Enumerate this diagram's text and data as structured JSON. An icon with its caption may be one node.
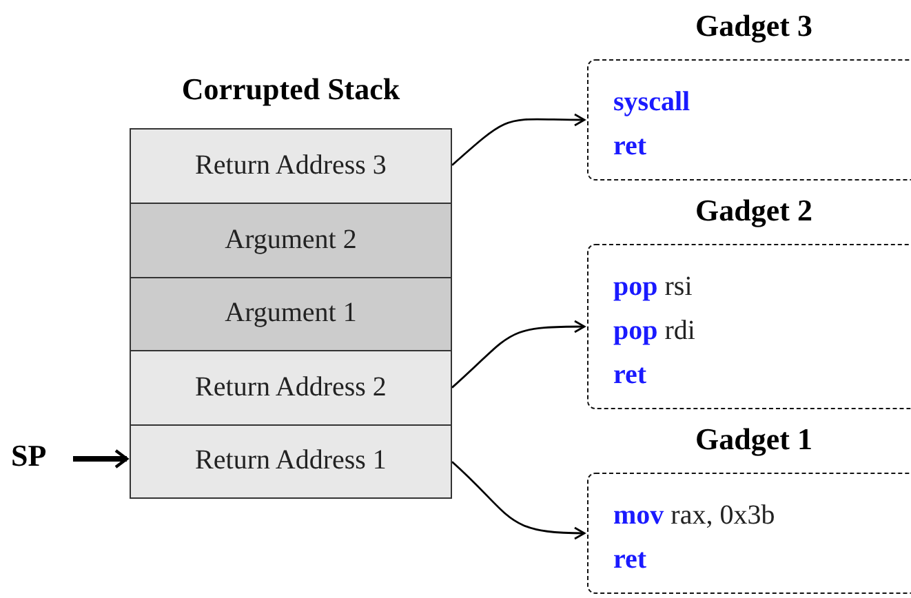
{
  "diagram": {
    "nodes": [
      {
        "text": [
          "Corrupted Stack"
        ]
      },
      {
        "text": [
          "Return Address 3"
        ],
        "in": 0
      },
      {
        "text": [
          "Argument 2"
        ],
        "in": 0
      },
      {
        "text": [
          "Argument 1"
        ],
        "in": 0
      },
      {
        "text": [
          "Return Address 2"
        ],
        "in": 0
      },
      {
        "text": [
          "Return Address 1"
        ],
        "in": 0
      },
      {
        "text": [
          "Gadget 3",
          "syscall",
          "ret"
        ]
      },
      {
        "text": [
          "Gadget 2",
          "**pop** rsi",
          "**pop** rdi",
          "ret"
        ]
      },
      {
        "text": [
          "Gadget 1",
          "**mov** rax, 0x3b",
          "ret"
        ]
      },
      {
        "text": [
          "SP"
        ]
      }
    ],
    "edges": [
      {
        "from": 1,
        "to": 6,
        "arrow": "to"
      },
      {
        "from": 4,
        "to": 7,
        "arrow": "to"
      },
      {
        "from": 5,
        "to": 8,
        "arrow": "to"
      },
      {
        "from": 9,
        "to": 5,
        "arrow": "to",
        "style": "thick"
      }
    ]
  }
}
